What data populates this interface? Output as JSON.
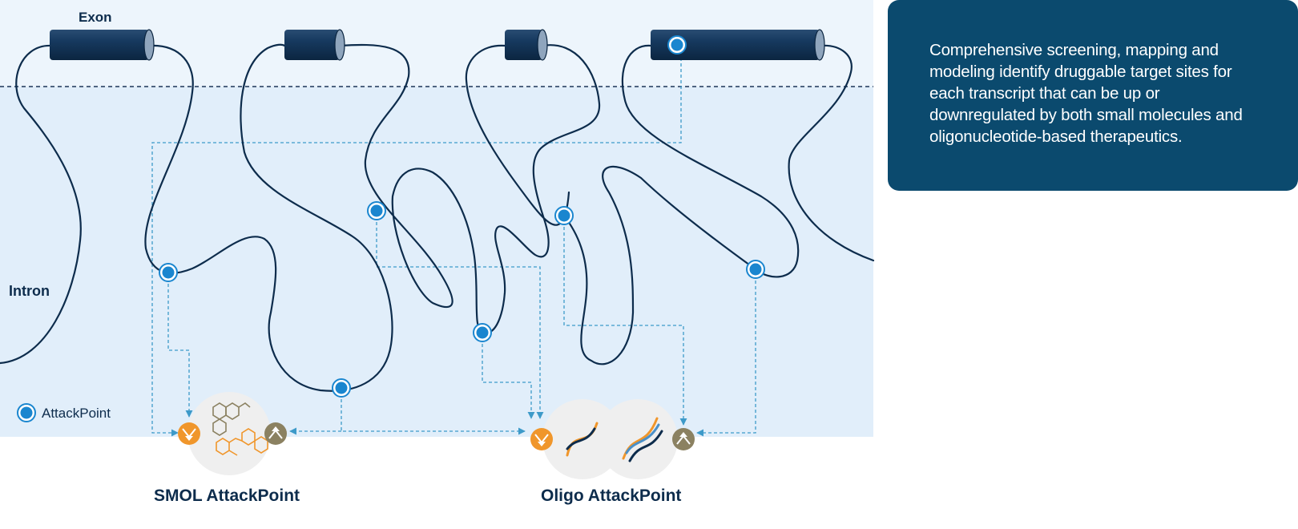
{
  "diagram": {
    "exon_label": "Exon",
    "intron_label": "Intron",
    "legend_label": "AttackPoint",
    "smol_title": "SMOL AttackPoint",
    "oligo_title": "Oligo AttackPoint"
  },
  "info_card": {
    "text": "Comprehensive screening, mapping and modeling identify druggable target sites for each transcript that can be up or downregulated by both small molecules and oligonucleotide-based therapeutics."
  },
  "colors": {
    "exon_zone": "#edf5fc",
    "intron_zone": "#e1eefa",
    "strand": "#0d2c4c",
    "attack_point": "#1a86cf",
    "connector": "#3d9ac9",
    "down_badge": "#f0962b",
    "up_badge": "#8b8161",
    "card": "#0b4a6e"
  },
  "icons": [
    "attack-point-icon",
    "downregulate-icon",
    "upregulate-icon",
    "molecule-icon",
    "dna-helix-icon"
  ]
}
